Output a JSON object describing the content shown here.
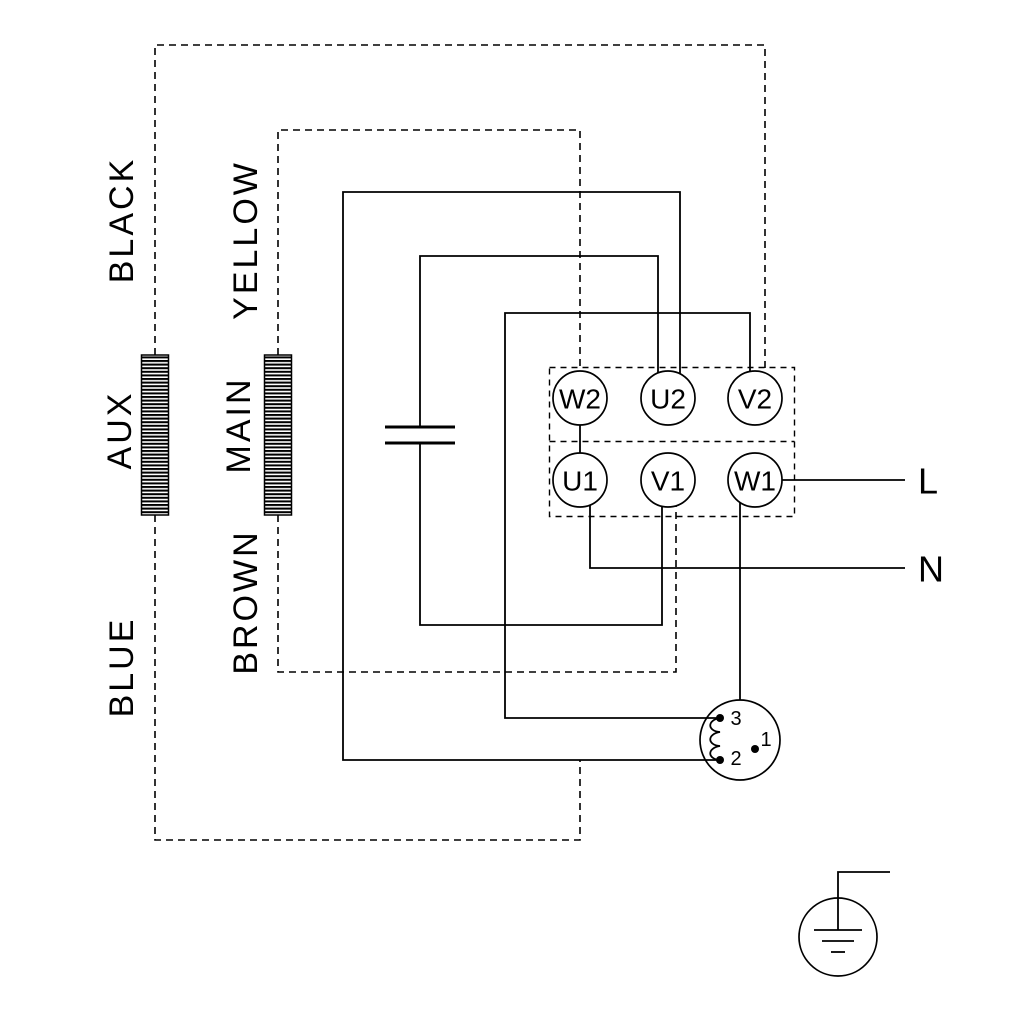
{
  "labels": {
    "wire_black": "BLACK",
    "wire_yellow": "YELLOW",
    "wire_brown": "BROWN",
    "wire_blue": "BLUE",
    "aux_winding": "AUX",
    "main_winding": "MAIN"
  },
  "terminal_block": {
    "top_row": [
      "W2",
      "U2",
      "V2"
    ],
    "bottom_row": [
      "U1",
      "V1",
      "W1"
    ]
  },
  "supply": {
    "line": "L",
    "neutral": "N"
  },
  "protector": {
    "t1": "1",
    "t2": "2",
    "t3": "3"
  },
  "colors": {
    "diagram_stroke": "#000000",
    "background": "#ffffff"
  }
}
